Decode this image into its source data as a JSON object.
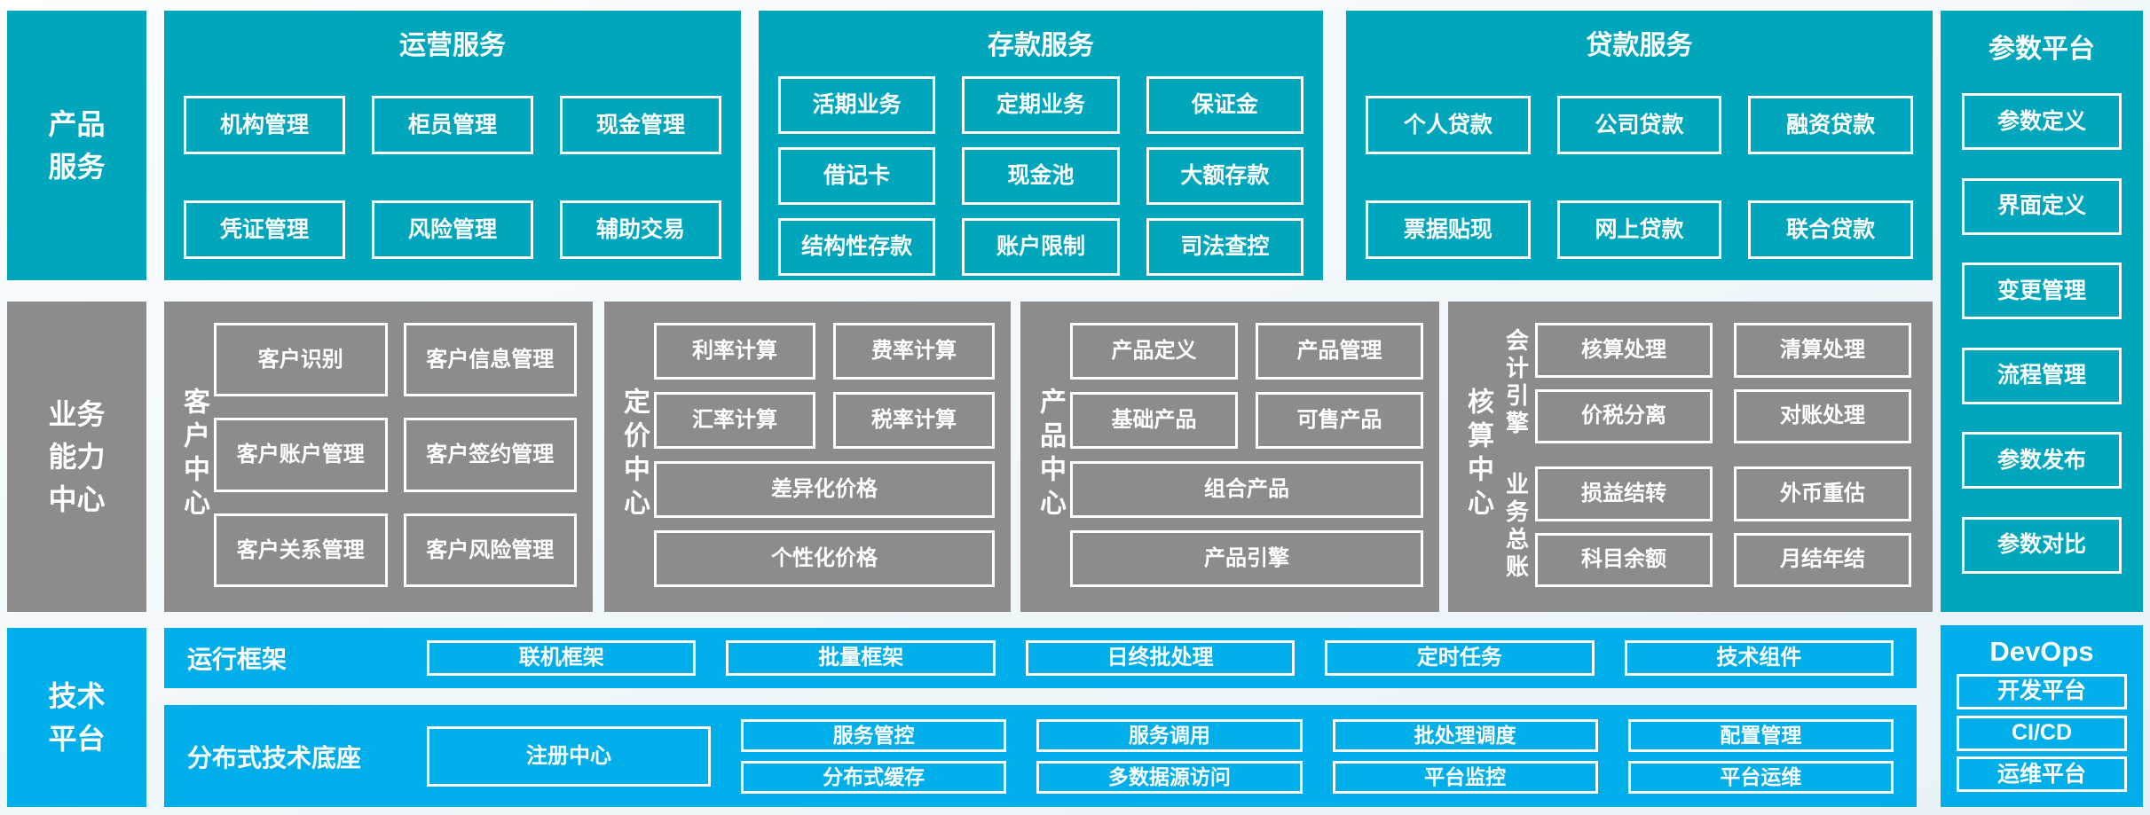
{
  "colors": {
    "teal": "#00A6BC",
    "gray": "#8C8C8C",
    "blue": "#00AEE9",
    "box_border": "#FFFFFF",
    "text": "#FFFFFF"
  },
  "product_services": {
    "sidebar": "产品\n服务",
    "sections": [
      {
        "title": "运营服务",
        "items": [
          "机构管理",
          "柜员管理",
          "现金管理",
          "凭证管理",
          "风险管理",
          "辅助交易"
        ]
      },
      {
        "title": "存款服务",
        "items": [
          "活期业务",
          "定期业务",
          "保证金",
          "借记卡",
          "现金池",
          "大额存款",
          "结构性存款",
          "账户限制",
          "司法查控"
        ]
      },
      {
        "title": "贷款服务",
        "items": [
          "个人贷款",
          "公司贷款",
          "融资贷款",
          "票据贴现",
          "网上贷款",
          "联合贷款"
        ]
      }
    ]
  },
  "business_centers": {
    "sidebar": "业务\n能力\n中心",
    "customer_center": {
      "label": "客户中心",
      "items": [
        "客户识别",
        "客户信息管理",
        "客户账户管理",
        "客户签约管理",
        "客户关系管理",
        "客户风险管理"
      ]
    },
    "pricing_center": {
      "label": "定价中心",
      "items": [
        "利率计算",
        "费率计算",
        "汇率计算",
        "税率计算"
      ],
      "wide": [
        "差异化价格",
        "个性化价格"
      ]
    },
    "product_center": {
      "label": "产品中心",
      "items": [
        "产品定义",
        "产品管理",
        "基础产品",
        "可售产品"
      ],
      "wide": [
        "组合产品",
        "产品引擎"
      ]
    },
    "accounting_center": {
      "label": "核算中心",
      "groups": [
        {
          "label": "会计引擎",
          "items": [
            "核算处理",
            "清算处理",
            "价税分离",
            "对账处理"
          ]
        },
        {
          "label": "业务总账",
          "items": [
            "损益结转",
            "外币重估",
            "科目余额",
            "月结年结"
          ]
        }
      ]
    }
  },
  "parameter_platform": {
    "title": "参数平台",
    "items": [
      "参数定义",
      "界面定义",
      "变更管理",
      "流程管理",
      "参数发布",
      "参数对比"
    ]
  },
  "technology_platform": {
    "sidebar": "技术\n平台",
    "runtime": {
      "label": "运行框架",
      "items": [
        "联机框架",
        "批量框架",
        "日终批处理",
        "定时任务",
        "技术组件"
      ]
    },
    "distributed": {
      "label": "分布式技术底座",
      "registry": "注册中心",
      "items": [
        "服务管控",
        "服务调用",
        "批处理调度",
        "配置管理",
        "分布式缓存",
        "多数据源访问",
        "平台监控",
        "平台运维"
      ]
    }
  },
  "devops": {
    "title": "DevOps",
    "items": [
      "开发平台",
      "CI/CD",
      "运维平台"
    ]
  }
}
